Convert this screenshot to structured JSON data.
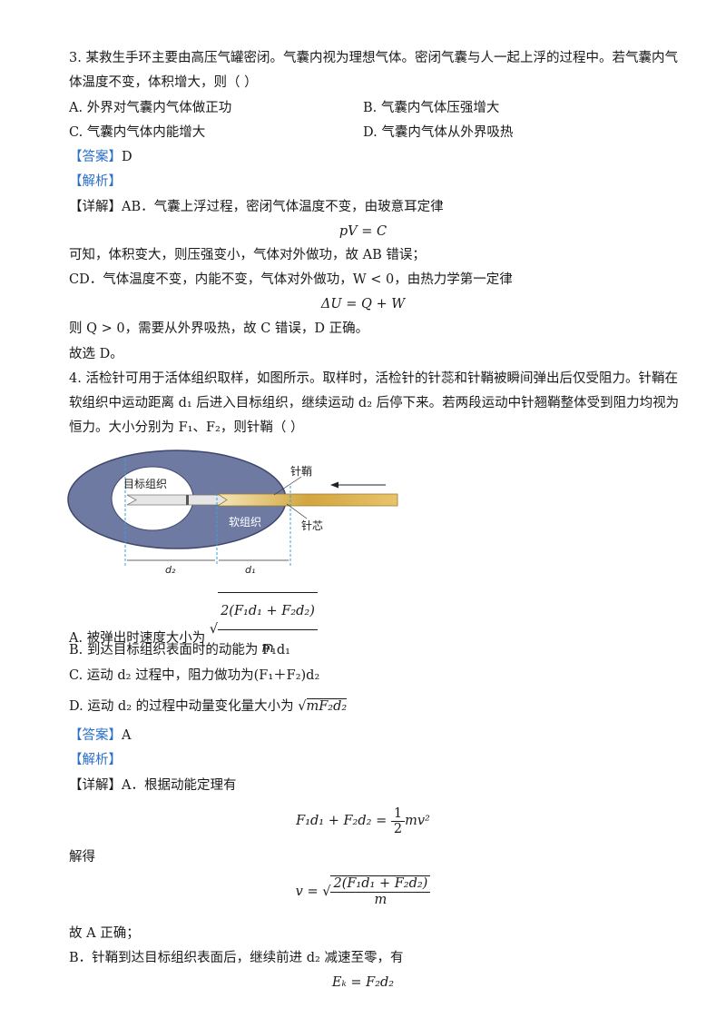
{
  "q3": {
    "stem_line1": "3. 某救生手环主要由高压气罐密闭。气囊内视为理想气体。密闭气囊与人一起上浮的过程中。若气囊内气",
    "stem_line2": "体温度不变，体积增大，则（    ）",
    "optA": "A. 外界对气囊内气体做正功",
    "optB": "B. 气囊内气体压强增大",
    "optC": "C. 气囊内气体内能增大",
    "optD": "D. 气囊内气体从外界吸热",
    "answer_tag": "【答案】",
    "answer": "D",
    "analysis_tag": "【解析】",
    "detail_tag": "【详解】",
    "detail1": "AB．气囊上浮过程，密闭气体温度不变，由玻意耳定律",
    "formula1": "pV = C",
    "detail2": "可知，体积变大，则压强变小，气体对外做功，故 AB 错误；",
    "detail3": "CD．气体温度不变，内能不变，气体对外做功，W < 0，由热力学第一定律",
    "formula2": "ΔU = Q + W",
    "detail4": "则 Q > 0，需要从外界吸热，故 C 错误，D 正确。",
    "detail5": "故选 D。"
  },
  "q4": {
    "stem_line1": "4. 活检针可用于活体组织取样，如图所示。取样时，活检针的针蕊和针鞘被瞬间弹出后仅受阻力。针鞘在",
    "stem_line2": "软组织中运动距离 d₁ 后进入目标组织，继续运动 d₂ 后停下来。若两段运动中针翘鞘整体受到阻力均视为",
    "stem_line3": "恒力。大小分别为 F₁、F₂，则针鞘（    ）",
    "figure": {
      "label_target": "目标组织",
      "label_soft": "软组织",
      "label_sheath": "针鞘",
      "label_core": "针芯",
      "label_d2": "d₂",
      "label_d1": "d₁"
    },
    "optA_text": "A. 被弹出时速度大小为",
    "optA_num": "2(F₁d₁ + F₂d₂)",
    "optA_den": "m",
    "optB": "B. 到达目标组织表面时的动能为 F₁d₁",
    "optC": "C. 运动 d₂ 过程中，阻力做功为(F₁＋F₂)d₂",
    "optD_text": "D. 运动 d₂ 的过程中动量变化量大小为",
    "optD_expr": "mF₂d₂",
    "answer_tag": "【答案】",
    "answer": "A",
    "analysis_tag": "【解析】",
    "detail_tag": "【详解】",
    "detail1": "A．根据动能定理有",
    "eq1_left": "F₁d₁ + F₂d₂ =",
    "eq1_frac_num": "1",
    "eq1_frac_den": "2",
    "eq1_right": "mv²",
    "solve": "解得",
    "eq2_left": "v =",
    "eq2_num": "2(F₁d₁ + F₂d₂)",
    "eq2_den": "m",
    "conclusionA": "故 A 正确；",
    "detailB": "B．针鞘到达目标组织表面后，继续前进 d₂ 减速至零，有",
    "eq3": "Eₖ = F₂d₂"
  }
}
